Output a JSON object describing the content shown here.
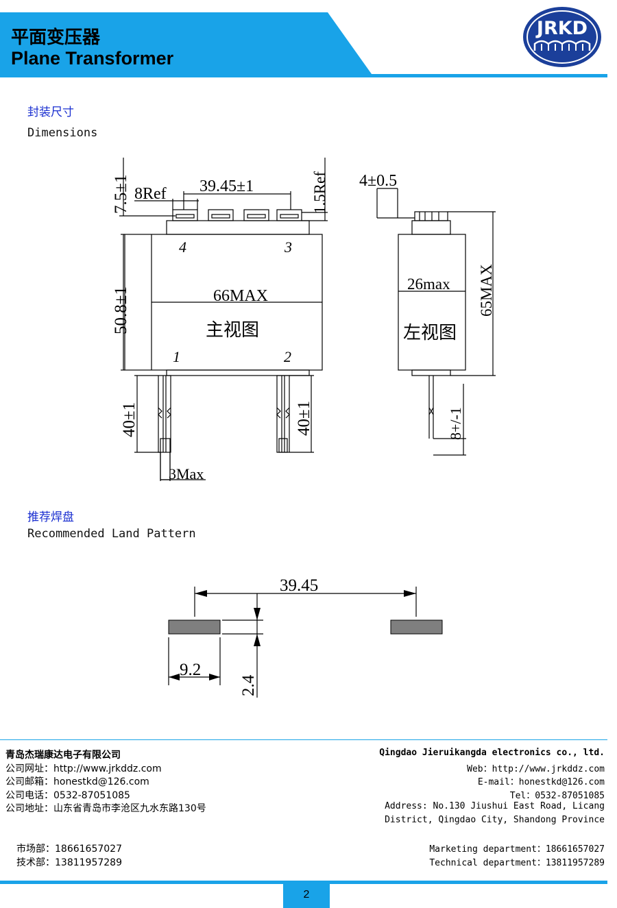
{
  "header": {
    "title_cn": "平面变压器",
    "title_en": "Plane Transformer",
    "logo_text": "JRKD",
    "brand_color": "#19a3e8",
    "logo_color": "#1b3f9a"
  },
  "dimensions_section": {
    "title_cn": "封装尺寸",
    "title_en": "Dimensions"
  },
  "main_view": {
    "dim_pin_top": "7.5±1",
    "dim_pin_width": "8Ref",
    "dim_pin_span": "39.45±1",
    "dim_pin_thickness": "1.5Ref",
    "dim_body_height": "50.8±1",
    "dim_body_width": "66MAX",
    "view_name": "主视图",
    "pin_4": "4",
    "pin_3": "3",
    "pin_1": "1",
    "pin_2": "2",
    "dim_lead_left": "40±1",
    "dim_lead_right": "40±1",
    "dim_lead_width": "3Max"
  },
  "side_view": {
    "dim_pin_offset": "4±0.5",
    "dim_body_depth": "26max",
    "dim_total_height": "65MAX",
    "view_name": "左视图",
    "dim_lead": "8+/-1"
  },
  "land_section": {
    "title_cn": "推荐焊盘",
    "title_en": "Recommended Land Pattern",
    "dim_span": "39.45",
    "dim_pad_width": "9.2",
    "dim_pad_height": "2.4",
    "pad_color": "#7f7f7f"
  },
  "footer": {
    "company_cn": "青岛杰瑞康达电子有限公司",
    "web_cn": "公司网址：http://www.jrkddz.com",
    "email_cn": "公司邮箱：honestkd@126.com",
    "tel_cn": "公司电话：0532-87051085",
    "address_cn": "公司地址：山东省青岛市李沧区九水东路130号",
    "marketing_cn": "市场部：18661657027",
    "technical_cn": "技术部：13811957289",
    "company_en": "Qingdao Jieruikangda electronics co., ltd.",
    "web_en": "Web：http://www.jrkddz.com",
    "email_en": "E-mail：honestkd@126.com",
    "tel_en": "Tel：0532-87051085",
    "address_en_1": "Address: No.130 Jiushui East Road, Licang",
    "address_en_2": "District, Qingdao City, Shandong Province",
    "marketing_en": "Marketing department：18661657027",
    "technical_en": "Technical department：13811957289",
    "page_number": "2"
  }
}
